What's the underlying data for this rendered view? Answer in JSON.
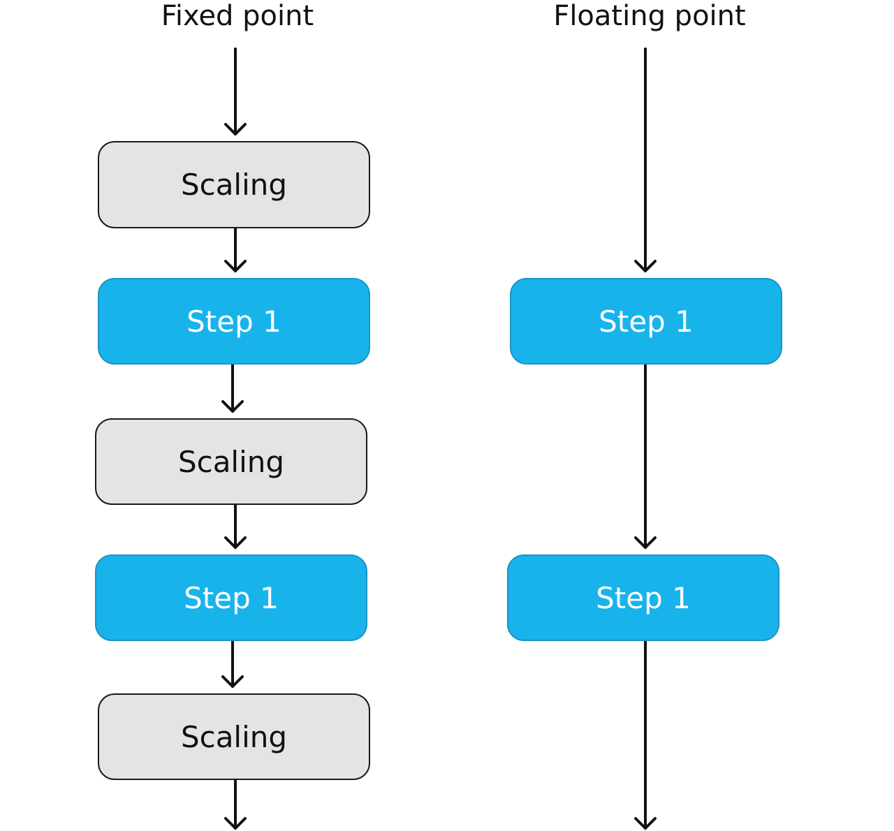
{
  "columns": [
    {
      "title": "Fixed point",
      "nodes": [
        {
          "kind": "scaling",
          "label": "Scaling"
        },
        {
          "kind": "step",
          "label": "Step 1"
        },
        {
          "kind": "scaling",
          "label": "Scaling"
        },
        {
          "kind": "step",
          "label": "Step 1"
        },
        {
          "kind": "scaling",
          "label": "Scaling"
        }
      ]
    },
    {
      "title": "Floating point",
      "nodes": [
        {
          "kind": "step",
          "label": "Step 1"
        },
        {
          "kind": "step",
          "label": "Step 1"
        }
      ]
    }
  ],
  "colors": {
    "scaling_fill": "#e3e4e5",
    "step_fill": "#19b3ec",
    "step_text": "#ffffff",
    "arrow": "#111111"
  }
}
